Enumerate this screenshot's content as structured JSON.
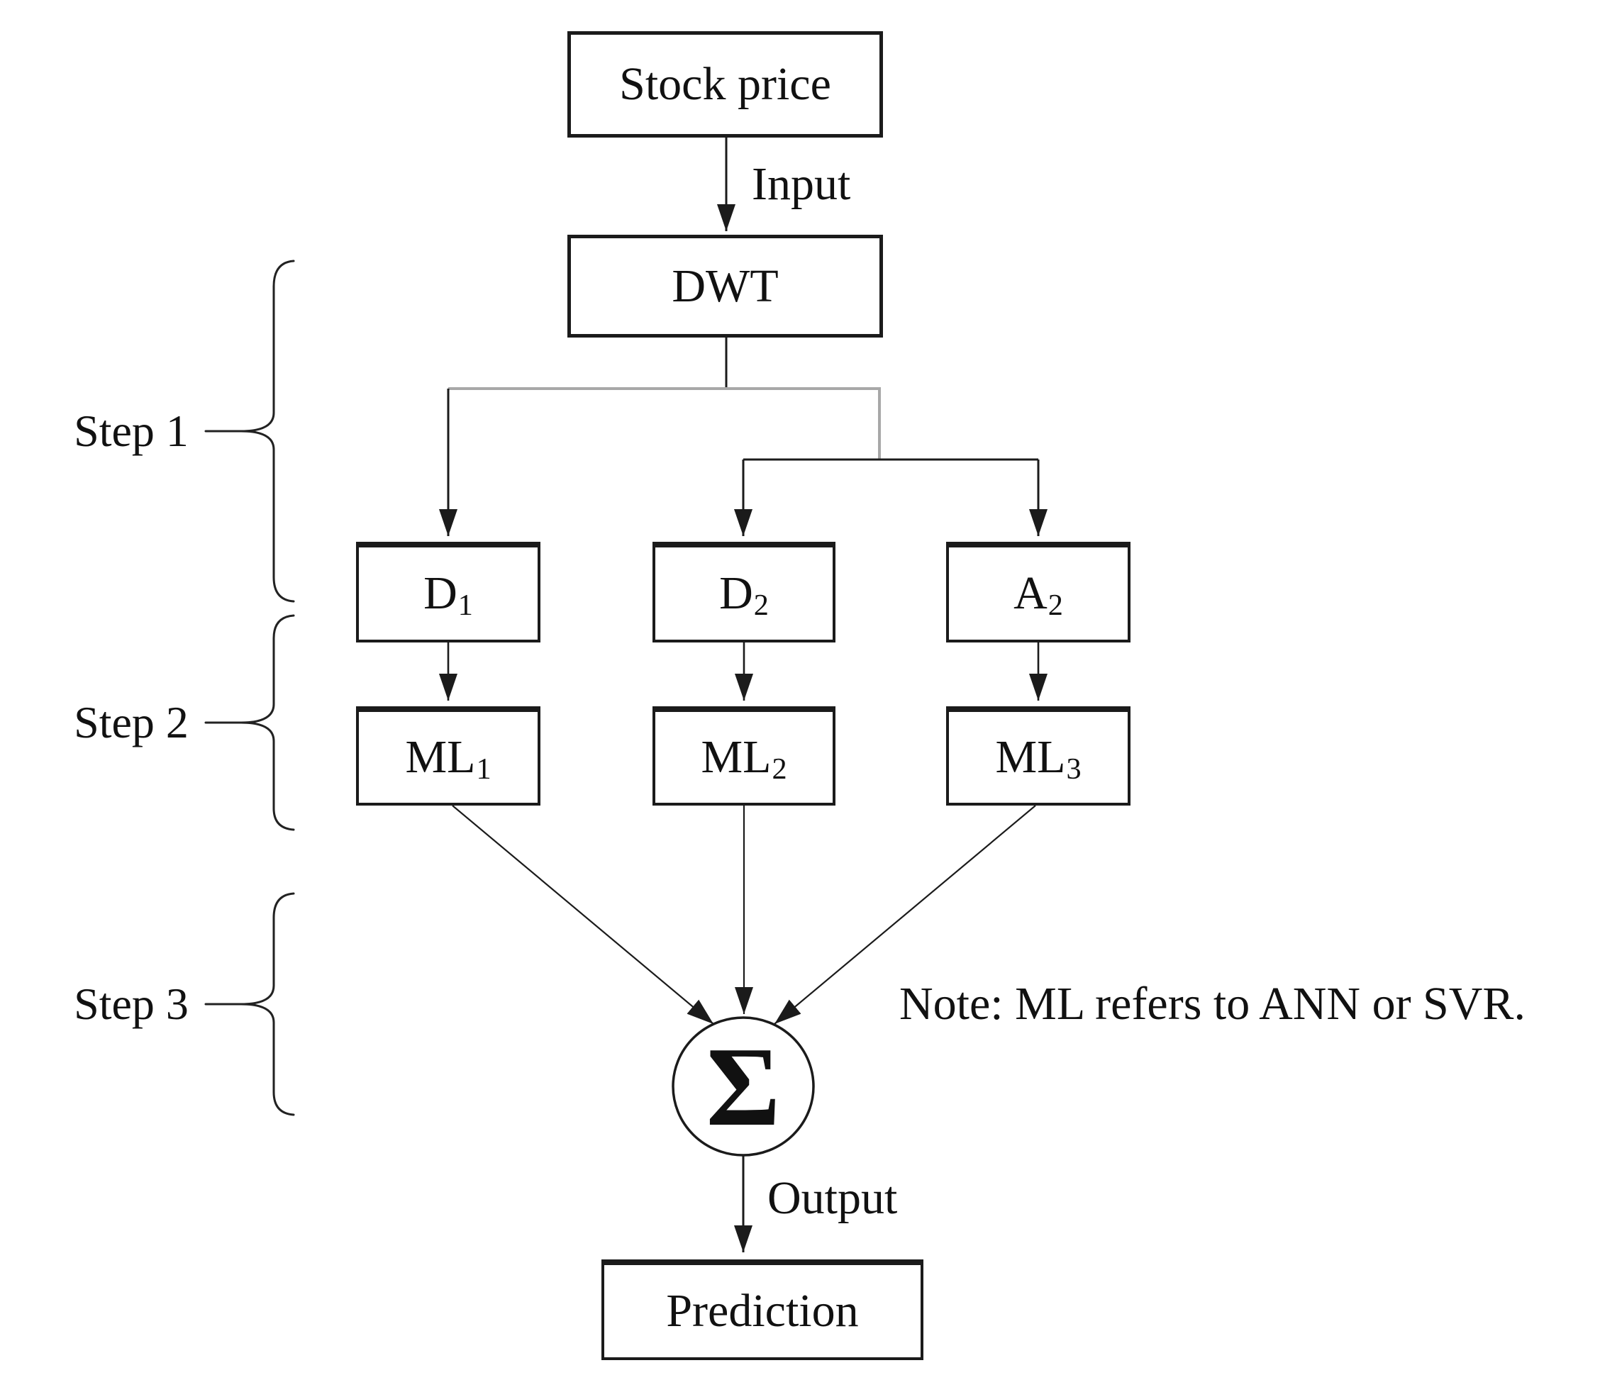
{
  "nodes": {
    "stock_price": "Stock price",
    "dwt": "DWT",
    "d1": {
      "base": "D",
      "sub": "1"
    },
    "d2": {
      "base": "D",
      "sub": "2"
    },
    "a2": {
      "base": "A",
      "sub": "2"
    },
    "ml1": {
      "base": "ML",
      "sub": "1"
    },
    "ml2": {
      "base": "ML",
      "sub": "2"
    },
    "ml3": {
      "base": "ML",
      "sub": "3"
    },
    "sum_symbol": "Σ",
    "prediction": "Prediction"
  },
  "edge_labels": {
    "input": "Input",
    "output": "Output"
  },
  "steps": [
    {
      "label": "Step 1"
    },
    {
      "label": "Step 2"
    },
    {
      "label": "Step 3"
    }
  ],
  "note": "Note: ML refers to ANN or SVR.",
  "colors": {
    "line": "#1b1b1b",
    "gray_line": "#a8a8a8",
    "text": "#111111",
    "background": "#ffffff"
  }
}
